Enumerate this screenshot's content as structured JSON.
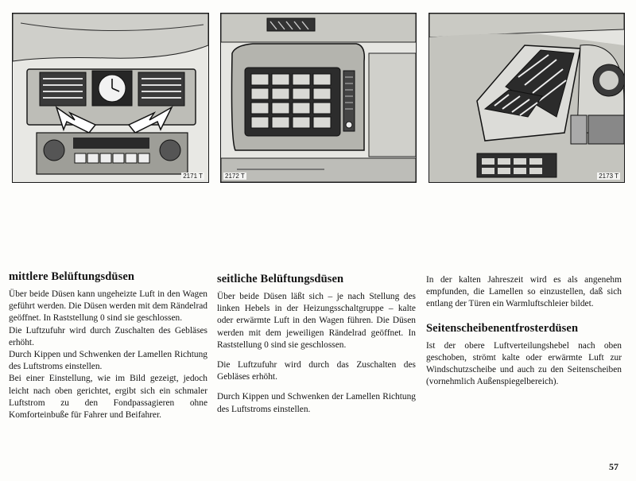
{
  "figures": [
    {
      "label": "2171 T"
    },
    {
      "label": "2172 T"
    },
    {
      "label": "2173 T"
    }
  ],
  "sections": {
    "middle_vents": {
      "heading": "mittlere Belüftungsdüsen",
      "paragraphs": [
        "Über beide Düsen kann ungeheizte Luft in den Wagen geführt werden. Die Düsen werden mit dem Rändelrad geöffnet. In Raststellung 0 sind sie geschlossen.",
        "Die Luftzufuhr wird durch Zuschalten des Gebläses erhöht.",
        "Durch Kippen und Schwenken der Lamellen Richtung des Luftstroms einstellen.",
        "Bei einer Einstellung, wie im Bild gezeigt, jedoch leicht nach oben gerichtet, ergibt sich ein schmaler Luftstrom zu den Fondpassagieren ohne Komforteinbuße für Fahrer und Beifahrer."
      ]
    },
    "side_vents": {
      "heading": "seitliche Belüftungsdüsen",
      "paragraphs": [
        "Über beide Düsen läßt sich – je nach Stellung des linken Hebels in der Heizungsschaltgruppe – kalte oder erwärmte Luft in den Wagen führen. Die Düsen werden mit dem jeweiligen Rändelrad geöffnet. In Raststellung 0 sind sie geschlossen.",
        "Die Luftzufuhr wird durch das Zuschalten des Gebläses erhöht.",
        "Durch Kippen und Schwenken der Lamellen Richtung des Luftstroms einstellen."
      ]
    },
    "side_window_defrosters": {
      "intro": "In der kalten Jahreszeit wird es als angenehm empfunden, die Lamellen so einzustellen, daß sich entlang der Türen ein Warmluftschleier bildet.",
      "heading": "Seitenscheibenentfrosterdüsen",
      "paragraphs": [
        "Ist der obere Luftverteilungshebel nach oben geschoben, strömt kalte oder erwärmte Luft zur Windschutzscheibe und auch zu den Seitenscheiben (vornehmlich Außenspiegelbereich)."
      ]
    }
  },
  "page_number": "57"
}
